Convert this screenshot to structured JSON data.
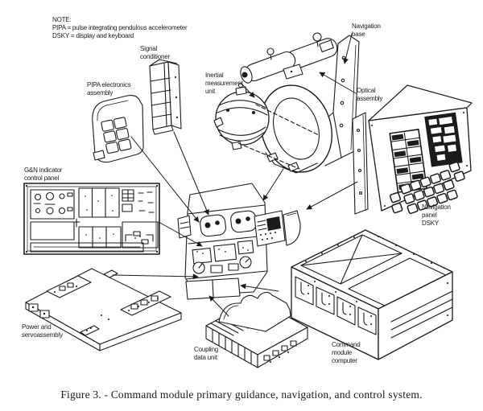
{
  "figure": {
    "note": {
      "heading": "NOTE:",
      "definitions": [
        "PIPA = pulse integrating pendulous accelerometer",
        "DSKY = display and keyboard"
      ]
    },
    "labels": {
      "signal_conditioner": "Signal\nconditioner",
      "pipa_electronics_assembly": "PIPA electronics\nassembly",
      "inertial_measurement_unit": "Inertial\nmeasurement\nunit",
      "navigation_base": "Navigation\nbase",
      "optical_assembly": "Optical\nassembly",
      "gn_indicator_control_panel": "G&N indicator\ncontrol panel",
      "navigation_panel_dsky": "Navigation\npanel\nDSKY",
      "power_and_servoassembly": "Power and\nservoassembly",
      "coupling_data_unit": "Coupling\ndata unit",
      "command_module_computer": "Command\nmodule\ncomputer"
    },
    "caption": "Figure 3. - Command module primary guidance, navigation, and control system.",
    "colors": {
      "ink": "#1b1b1b",
      "paper": "#ffffff"
    }
  }
}
